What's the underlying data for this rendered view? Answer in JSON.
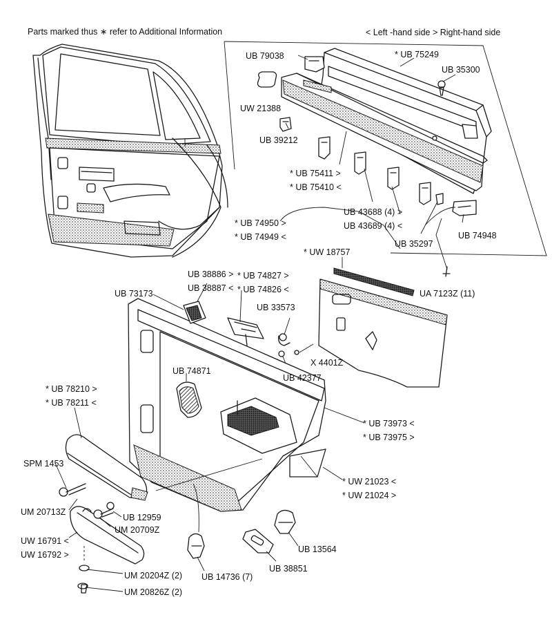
{
  "header": {
    "note": "Parts marked thus ∗ refer to Additional Information",
    "legend": "< Left -hand side   > Right-hand side"
  },
  "parts": [
    {
      "id": "p1",
      "text": "UB 79038"
    },
    {
      "id": "p2",
      "text": "* UB 75249"
    },
    {
      "id": "p3",
      "text": "UB 35300"
    },
    {
      "id": "p4",
      "text": "UW 21388"
    },
    {
      "id": "p5",
      "text": "UB 39212"
    },
    {
      "id": "p6",
      "text": "* UB 75411 >"
    },
    {
      "id": "p7",
      "text": "* UB 75410 <"
    },
    {
      "id": "p8",
      "text": "UB 43688 (4) >"
    },
    {
      "id": "p9",
      "text": "UB 43689 (4) <"
    },
    {
      "id": "p10",
      "text": "* UB 74950 >"
    },
    {
      "id": "p11",
      "text": "* UB 74949 <"
    },
    {
      "id": "p12",
      "text": "UB 35297"
    },
    {
      "id": "p13",
      "text": "UB 74948"
    },
    {
      "id": "p14",
      "text": "* UW 18757"
    },
    {
      "id": "p15",
      "text": "UB 38886 >"
    },
    {
      "id": "p16",
      "text": "UB 38887 <"
    },
    {
      "id": "p17",
      "text": "* UB 74827 >"
    },
    {
      "id": "p18",
      "text": "* UB 74826 <"
    },
    {
      "id": "p19",
      "text": "UA 7123Z (11)"
    },
    {
      "id": "p20",
      "text": "UB 73173"
    },
    {
      "id": "p21",
      "text": "UB 33573"
    },
    {
      "id": "p22",
      "text": "X 4401Z"
    },
    {
      "id": "p23",
      "text": "UB 42377"
    },
    {
      "id": "p24",
      "text": "UB 74871"
    },
    {
      "id": "p25",
      "text": "* UB 78210 >"
    },
    {
      "id": "p26",
      "text": "* UB 78211 <"
    },
    {
      "id": "p27",
      "text": "* UB 73973 <"
    },
    {
      "id": "p28",
      "text": "* UB 73975 >"
    },
    {
      "id": "p29",
      "text": "SPM 1453"
    },
    {
      "id": "p30",
      "text": "* UW 21023 <"
    },
    {
      "id": "p31",
      "text": "* UW 21024 >"
    },
    {
      "id": "p32",
      "text": "UM 20713Z"
    },
    {
      "id": "p33",
      "text": "UB 12959"
    },
    {
      "id": "p34",
      "text": "UM 20709Z"
    },
    {
      "id": "p35",
      "text": "UW 16791 <"
    },
    {
      "id": "p36",
      "text": "UW 16792 >"
    },
    {
      "id": "p37",
      "text": "UB 13564"
    },
    {
      "id": "p38",
      "text": "UM 20204Z (2)"
    },
    {
      "id": "p39",
      "text": "UM 20826Z (2)"
    },
    {
      "id": "p40",
      "text": "UB 14736 (7)"
    },
    {
      "id": "p41",
      "text": "UB 38851"
    }
  ]
}
